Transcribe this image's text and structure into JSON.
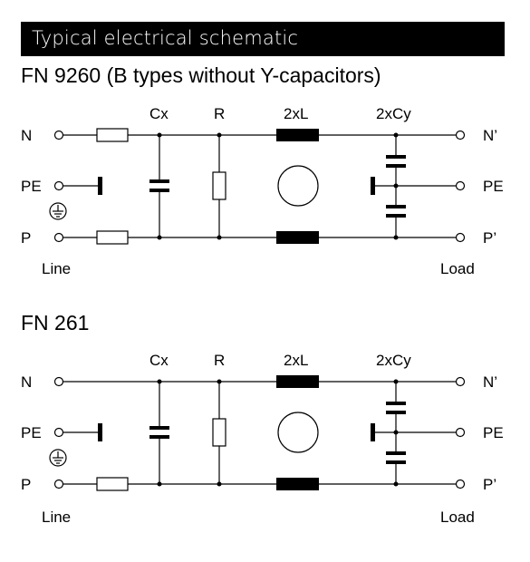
{
  "header": {
    "title": "Typical electrical schematic"
  },
  "schematics": [
    {
      "title": "FN 9260 (B types without Y-capacitors)",
      "labels": {
        "line_n": "N",
        "line_pe": "PE",
        "line_p": "P",
        "load_n": "N’",
        "load_pe": "PE",
        "load_p": "P’",
        "cx": "Cx",
        "r": "R",
        "l": "2xL",
        "cy": "2xCy",
        "line": "Line",
        "load": "Load"
      },
      "bottom_fuse_only": false
    },
    {
      "title": "FN 261",
      "labels": {
        "line_n": "N",
        "line_pe": "PE",
        "line_p": "P",
        "load_n": "N’",
        "load_pe": "PE",
        "load_p": "P’",
        "cx": "Cx",
        "r": "R",
        "l": "2xL",
        "cy": "2xCy",
        "line": "Line",
        "load": "Load"
      },
      "bottom_fuse_only": true
    }
  ]
}
